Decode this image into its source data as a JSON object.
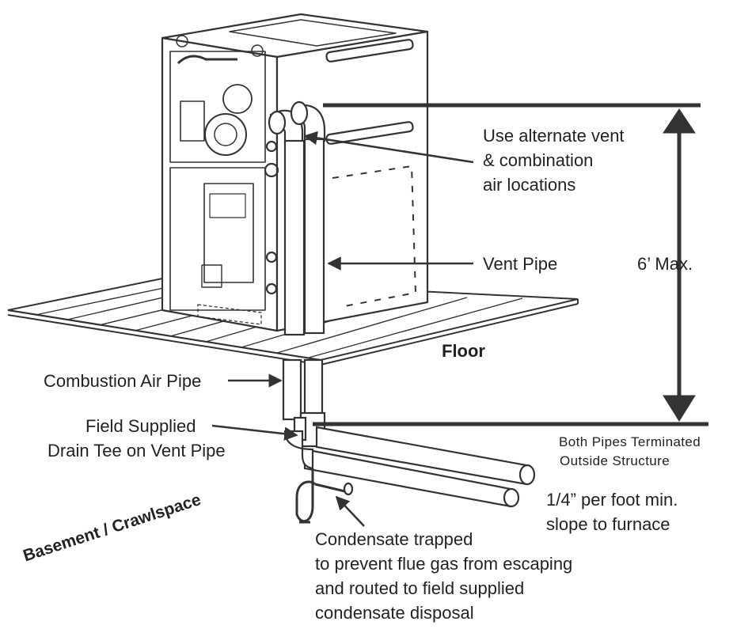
{
  "labels": {
    "alternate_vent": [
      "Use alternate vent",
      "& combination",
      "air locations"
    ],
    "vent_pipe": "Vent Pipe",
    "max_height": "6’ Max.",
    "floor": "Floor",
    "combustion_air_pipe": "Combustion Air Pipe",
    "drain_tee": [
      "Field Supplied",
      "Drain Tee on Vent Pipe"
    ],
    "terminated": [
      "Both Pipes Terminated",
      "Outside Structure"
    ],
    "slope": [
      "1/4” per foot min.",
      "slope to furnace"
    ],
    "basement": "Basement / Crawlspace",
    "condensate": [
      "Condensate trapped",
      "to prevent flue gas from escaping",
      "and routed to field supplied",
      "condensate disposal"
    ]
  },
  "colors": {
    "line": "#333333",
    "text": "#222222",
    "arrow": "#333333",
    "background": "#ffffff"
  }
}
